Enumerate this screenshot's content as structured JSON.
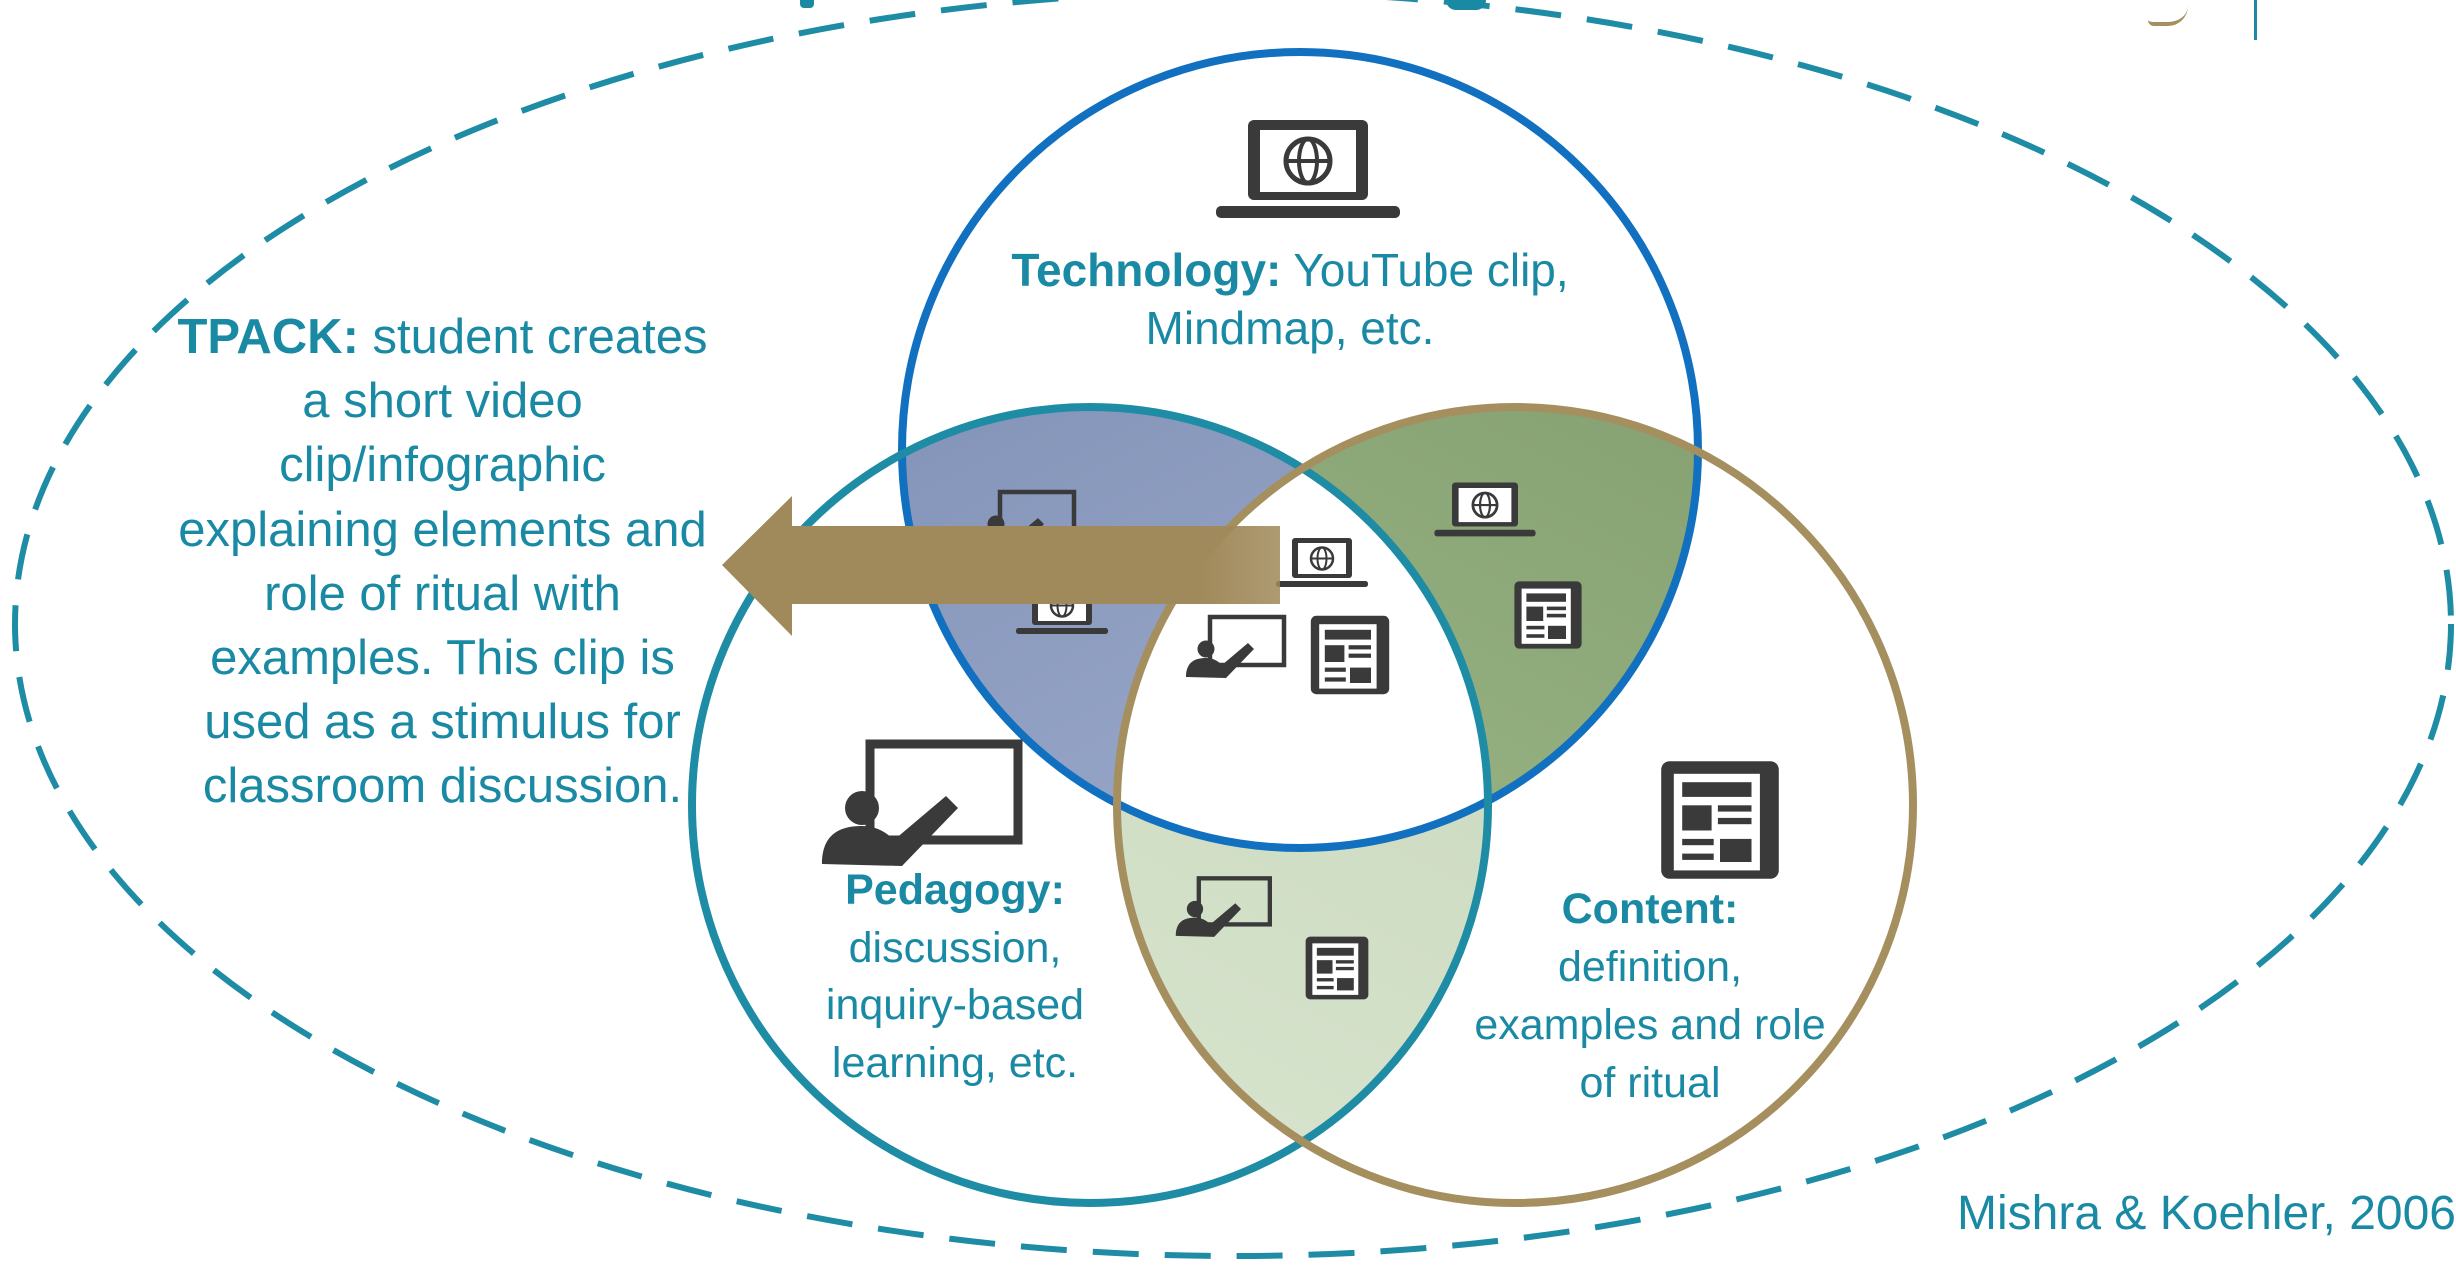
{
  "tpack": {
    "label": "TPACK:",
    "text": "student creates a short video clip/infographic explaining elements and role of ritual with examples. This clip is used as a stimulus for classroom discussion."
  },
  "technology": {
    "label": "Technology:",
    "text": "YouTube clip, Mindmap, etc.",
    "icon": "laptop-globe-icon"
  },
  "pedagogy": {
    "label": "Pedagogy:",
    "text": "discussion, inquiry-based learning, etc.",
    "icon": "teacher-board-icon"
  },
  "content": {
    "label": "Content:",
    "text": "definition, examples and role of ritual",
    "icon": "newspaper-icon"
  },
  "citation": "Mishra & Koehler, 2006",
  "colors": {
    "text": "#1a8aa4",
    "technology_ring": "#1170bf",
    "pedagogy_ring": "#1f8ca6",
    "content_ring": "#a58f5e",
    "context_ellipse": "#1f8ca6",
    "arrow": "#a0895a",
    "icons": "#3a3a3a"
  }
}
